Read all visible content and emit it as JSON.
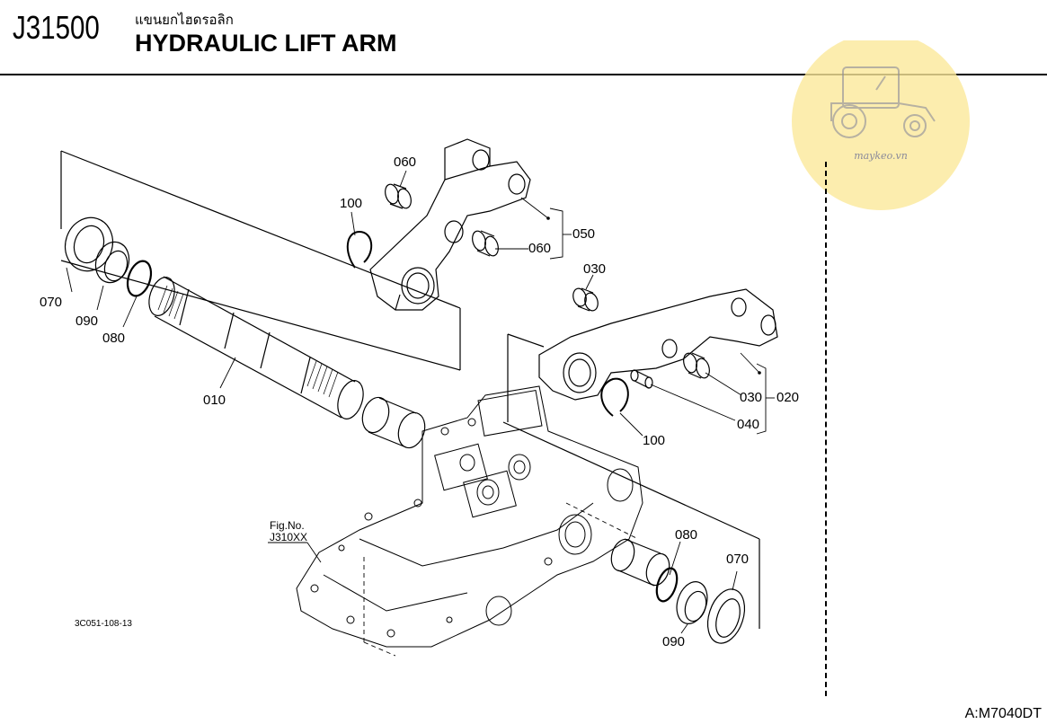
{
  "header": {
    "section_code": "J31500",
    "title_thai": "แขนยกไฮดรอลิก",
    "title_en": "HYDRAULIC LIFT ARM"
  },
  "footer": {
    "drawing_number": "3C051-108-13",
    "model_code": "A:M7040DT"
  },
  "reference": {
    "line1": "Fig.No.",
    "line2": "J310XX"
  },
  "watermark": {
    "text": "maykeo.vn",
    "color": "#f5dc6e"
  },
  "callouts": {
    "c010": "010",
    "c020": "020",
    "c030a": "030",
    "c030b": "030",
    "c040": "040",
    "c050": "050",
    "c060a": "060",
    "c060b": "060",
    "c070a": "070",
    "c070b": "070",
    "c080a": "080",
    "c080b": "080",
    "c090a": "090",
    "c090b": "090",
    "c100a": "100",
    "c100b": "100"
  }
}
